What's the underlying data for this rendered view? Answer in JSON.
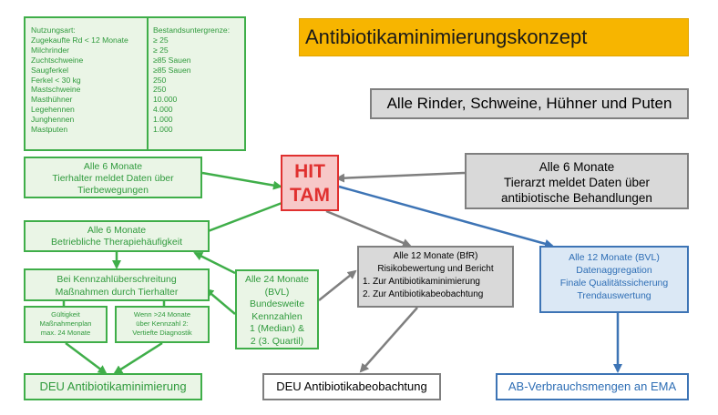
{
  "title": "Antibiotikaminimierungskonzept",
  "scope": "Alle Rinder, Schweine, Hühner und Puten",
  "table": {
    "header_left": "Nutzungsart:",
    "header_right": "Bestandsuntergrenze:",
    "rows": [
      {
        "type": "Zugekaufte Rd < 12 Monate",
        "limit": "≥ 25"
      },
      {
        "type": "Milchrinder",
        "limit": "≥ 25"
      },
      {
        "type": "Zuchtschweine",
        "limit": "≥85 Sauen"
      },
      {
        "type": "Saugferkel",
        "limit": "≥85 Sauen"
      },
      {
        "type": "Ferkel < 30 kg",
        "limit": "250"
      },
      {
        "type": "Mastschweine",
        "limit": "250"
      },
      {
        "type": "Masthühner",
        "limit": "10.000"
      },
      {
        "type": "Legehennen",
        "limit": "4.000"
      },
      {
        "type": "Junghennen",
        "limit": "1.000"
      },
      {
        "type": "Mastputen",
        "limit": "1.000"
      }
    ]
  },
  "hit_tam": {
    "line1": "HIT",
    "line2": "TAM"
  },
  "tierhalter": {
    "line1": "Alle 6 Monate",
    "line2": "Tierhalter meldet Daten über",
    "line3": "Tierbewegungen"
  },
  "tierarzt": {
    "line1": "Alle 6 Monate",
    "line2": "Tierarzt meldet Daten über",
    "line3": "antibiotische Behandlungen"
  },
  "therapie": {
    "line1": "Alle 6 Monate",
    "line2": "Betriebliche Therapiehäufigkeit"
  },
  "kennzahl": {
    "line1": "Bei Kennzahlüberschreitung",
    "line2": "Maßnahmen durch Tierhalter"
  },
  "plan": {
    "line1": "Gültigkeit",
    "line2": "Maßnahmenplan",
    "line3": "max. 24 Monate"
  },
  "diagnostik": {
    "line1": "Wenn >24  Monate",
    "line2": "über Kennzahl 2:",
    "line3": "Vertiefte Diagnostik"
  },
  "bvl24": {
    "line1": "Alle 24 Monate",
    "line2": "(BVL)",
    "line3": "Bundesweite",
    "line4": "Kennzahlen",
    "line5": "1 (Median) &",
    "line6": "2 (3. Quartil)"
  },
  "bfr": {
    "line1": "Alle 12 Monate (BfR)",
    "line2": "Risikobewertung und Bericht",
    "item1": "1.   Zur Antibiotikaminimierung",
    "item2": "2.   Zur Antibiotikabeobachtung"
  },
  "bvl12": {
    "line1": "Alle 12 Monate (BVL)",
    "line2": "Datenaggregation",
    "line3": "Finale Qualitätssicherung",
    "line4": "Trendauswertung"
  },
  "deu_min": "DEU Antibiotikaminimierung",
  "deu_beob": "DEU Antibiotikabeobachtung",
  "ema": "AB-Verbrauchsmengen an EMA",
  "colors": {
    "green": "#3fae49",
    "gray": "#7f7f7f",
    "blue": "#3d74b5",
    "red": "#e0302f",
    "title_bg": "#f7b500"
  }
}
